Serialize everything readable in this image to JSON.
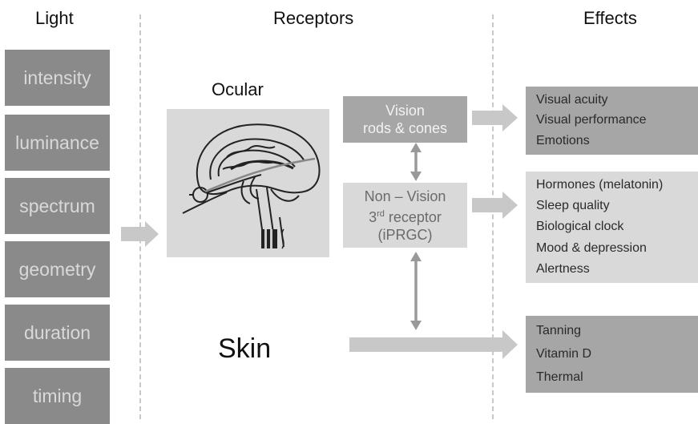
{
  "headers": {
    "light": "Light",
    "receptors": "Receptors",
    "effects": "Effects"
  },
  "light_properties": [
    "intensity",
    "luminance",
    "spectrum",
    "geometry",
    "duration",
    "timing"
  ],
  "receptors": {
    "ocular_label": "Ocular",
    "skin_label": "Skin",
    "vision_line1": "Vision",
    "vision_line2": "rods & cones",
    "nonvision_line1": "Non – Vision",
    "nonvision_line2_prefix": "3",
    "nonvision_line2_sup": "rd",
    "nonvision_line2_suffix": " receptor",
    "nonvision_line3": "(iPRGC)"
  },
  "effects": {
    "vision": [
      "Visual acuity",
      "Visual performance",
      "Emotions"
    ],
    "nonvision": [
      "Hormones (melatonin)",
      "Sleep quality",
      "Biological clock",
      "Mood  & depression",
      "Alertness"
    ],
    "skin": [
      "Tanning",
      "Vitamin D",
      "Thermal"
    ]
  },
  "colors": {
    "light_box": "#8a8a8a",
    "receptor_box": "#a6a6a6",
    "pale_box": "#d9d9d9",
    "arrow": "#c8c8c8",
    "double_arrow": "#999999"
  }
}
